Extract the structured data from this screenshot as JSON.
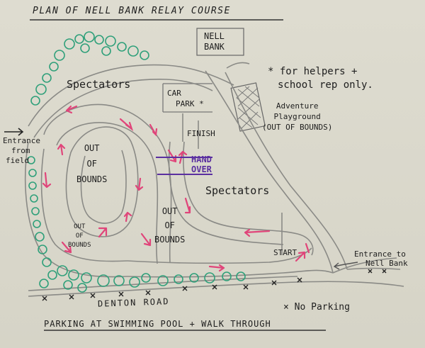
{
  "title": "PLAN OF NELL BANK RELAY COURSE",
  "labels": {
    "nell_bank": [
      "NELL",
      "BANK"
    ],
    "helpers_note": [
      "* for helpers +",
      "school rep only."
    ],
    "car_park": [
      "CAR",
      "PARK *"
    ],
    "playground": [
      "Adventure",
      "Playground",
      "(OUT OF BOUNDS)"
    ],
    "spectators_top": "Spectators",
    "spectators_right": "Spectators",
    "entrance_field": [
      "Entrance",
      "from",
      "field"
    ],
    "finish": "FINISH",
    "hand_over": [
      "HAND",
      "OVER"
    ],
    "out_of_bounds_big": [
      "OUT",
      "OF",
      "BOUNDS"
    ],
    "out_of_bounds_mid": [
      "OUT",
      "OF",
      "BOUNDS"
    ],
    "out_of_bounds_small": [
      "OUT",
      "OF",
      "BOUNDS"
    ],
    "start": "START",
    "entrance_nell_bank": [
      "Entrance to",
      "Nell Bank"
    ],
    "road": "DENTON ROAD",
    "no_parking": "× No Parking",
    "parking_note": "PARKING AT SWIMMING POOL + WALK THROUGH"
  },
  "colors": {
    "paper": "#d9d7c9",
    "ink": "#1e1e1e",
    "path": "#8a8a86",
    "arrow": "#e0457a",
    "tree": "#2fa07a",
    "handover": "#5a2fa0"
  }
}
